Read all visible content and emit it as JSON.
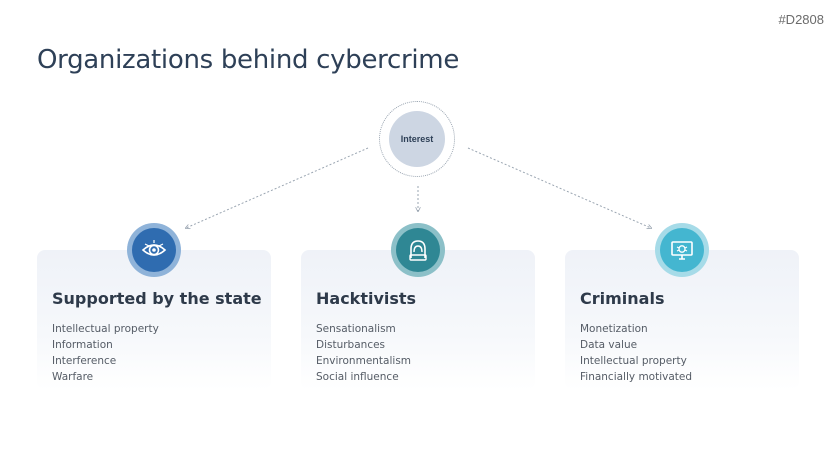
{
  "slide_code": "#D2808",
  "title": "Organizations behind cybercrime",
  "hub": {
    "label": "Interest"
  },
  "groups": [
    {
      "heading": "Supported by the state",
      "icon": "eye-icon",
      "ring_color": "#8fb3d9",
      "fill_color": "#2f6cb0",
      "items": [
        "Intellectual property",
        "Information",
        "Interference",
        "Warfare"
      ]
    },
    {
      "heading": "Hacktivists",
      "icon": "hooded-hacker-icon",
      "ring_color": "#8cc0c8",
      "fill_color": "#2f8794",
      "items": [
        "Sensationalism",
        "Disturbances",
        "Environmentalism",
        "Social influence"
      ]
    },
    {
      "heading": "Criminals",
      "icon": "monitor-bug-icon",
      "ring_color": "#a6dbe8",
      "fill_color": "#44b6d0",
      "items": [
        "Monetization",
        "Data value",
        "Intellectual property",
        "Financially motivated"
      ]
    }
  ]
}
